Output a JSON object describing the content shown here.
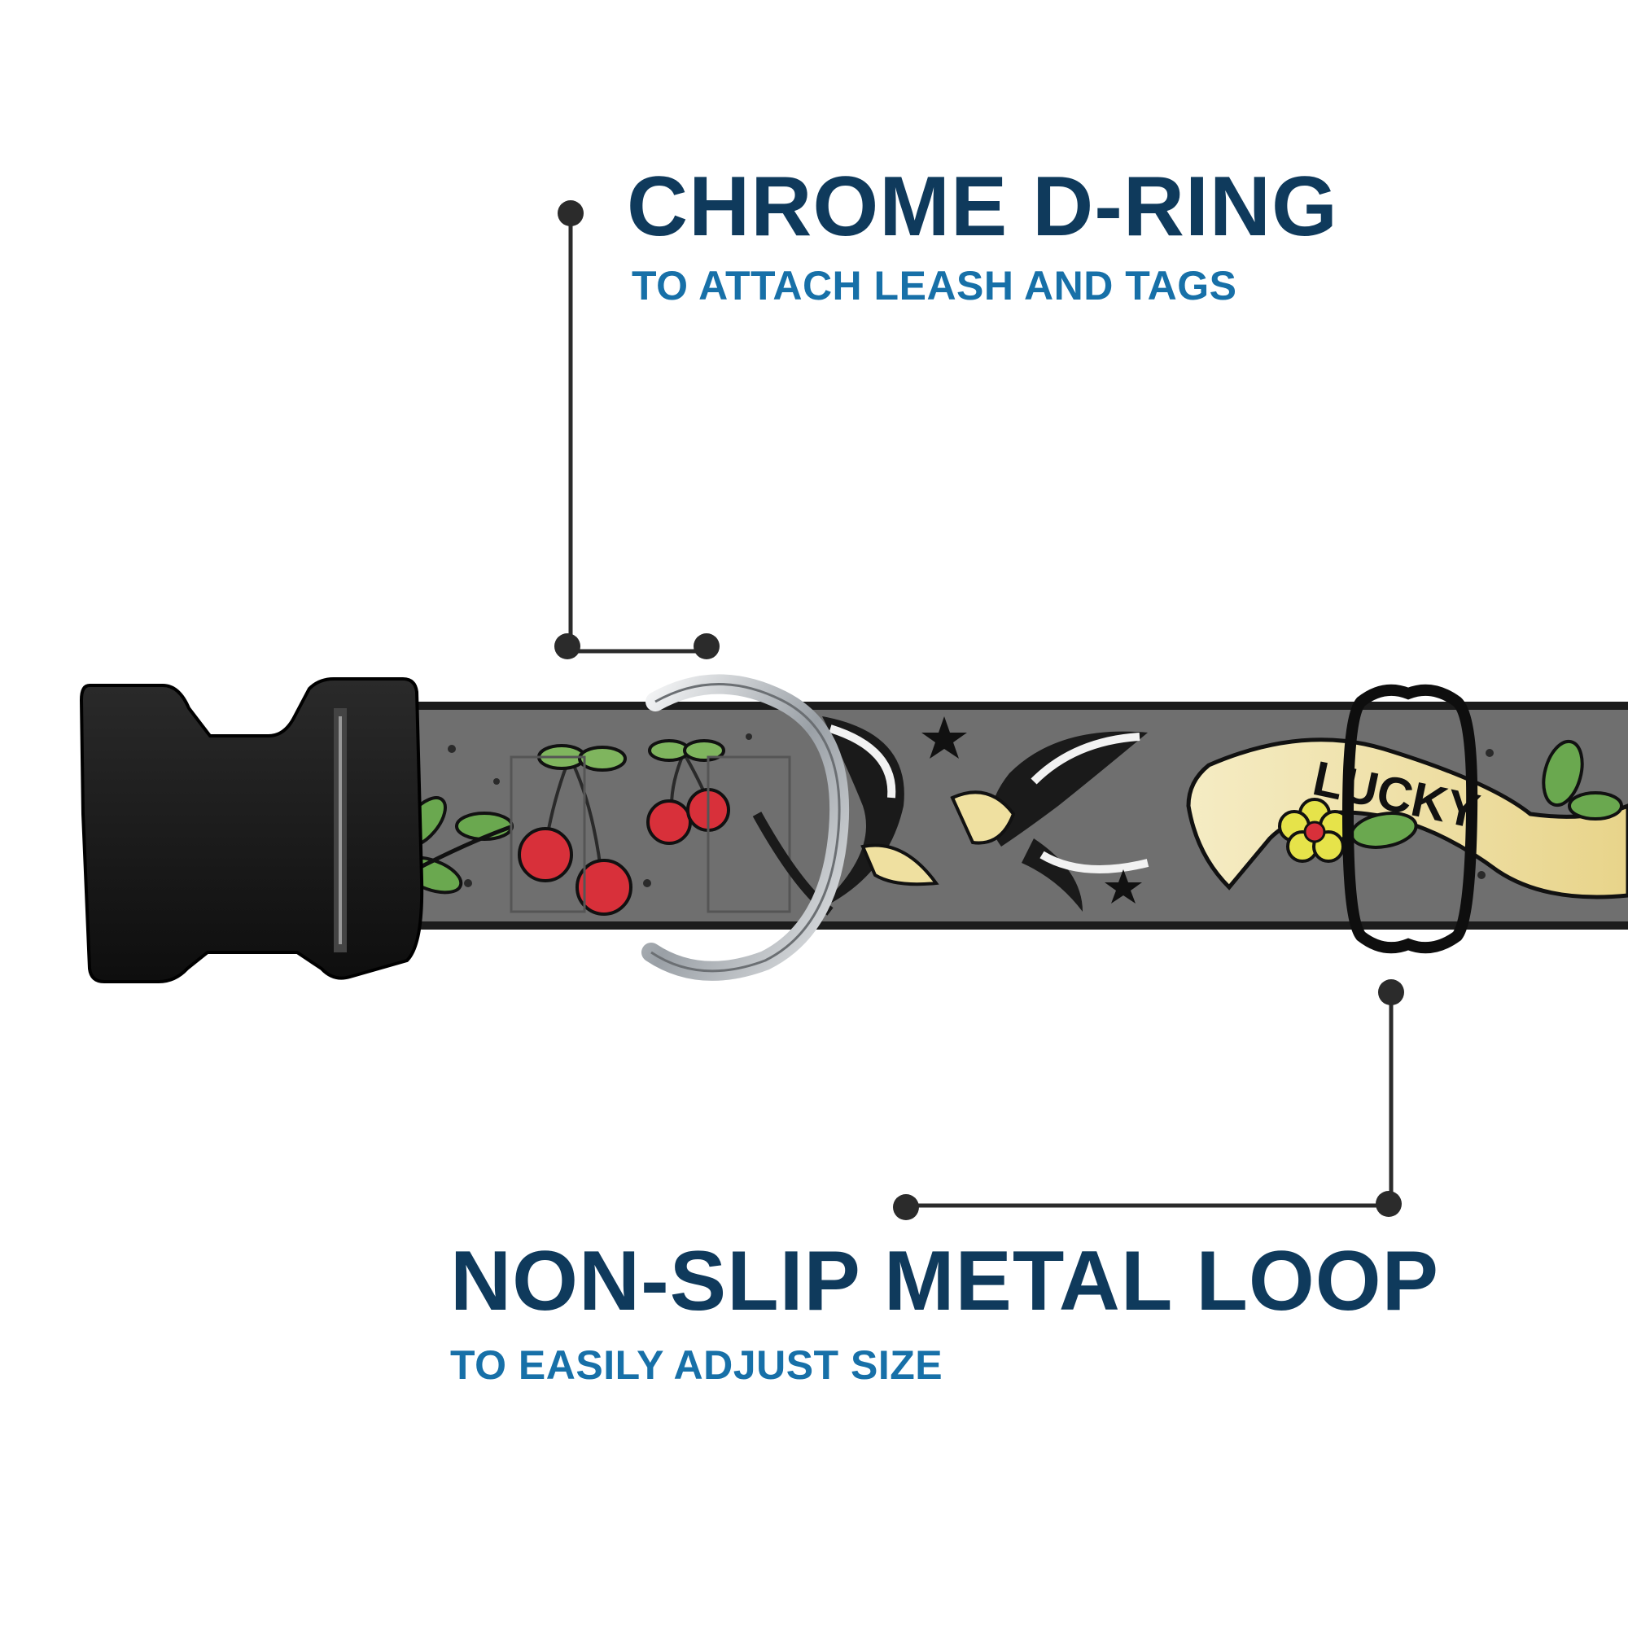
{
  "colors": {
    "title": "#0f3a5c",
    "subtitle": "#1770a8",
    "leader_line": "#2b2b2b",
    "strap": "#6f6f6f",
    "strap_edge": "#2a2a2a",
    "buckle": "#1a1a1a",
    "chrome": "#c9ccd0",
    "cherry": "#d8303a",
    "leaf": "#6aa84f",
    "banner": "#f3e6b0",
    "flower": "#e6e34a"
  },
  "callouts": {
    "d_ring": {
      "title": "CHROME D-RING",
      "subtitle": "TO ATTACH LEASH AND TAGS"
    },
    "metal_loop": {
      "title": "NON-SLIP METAL LOOP",
      "subtitle": "TO EASILY ADJUST SIZE"
    }
  },
  "product": {
    "pattern_banner_text": "LUCKY",
    "icons": [
      "buckle-icon",
      "d-ring-icon",
      "slide-loop-icon",
      "cherry-icon",
      "swallow-icon",
      "star-icon",
      "flower-icon",
      "banner-icon"
    ]
  }
}
